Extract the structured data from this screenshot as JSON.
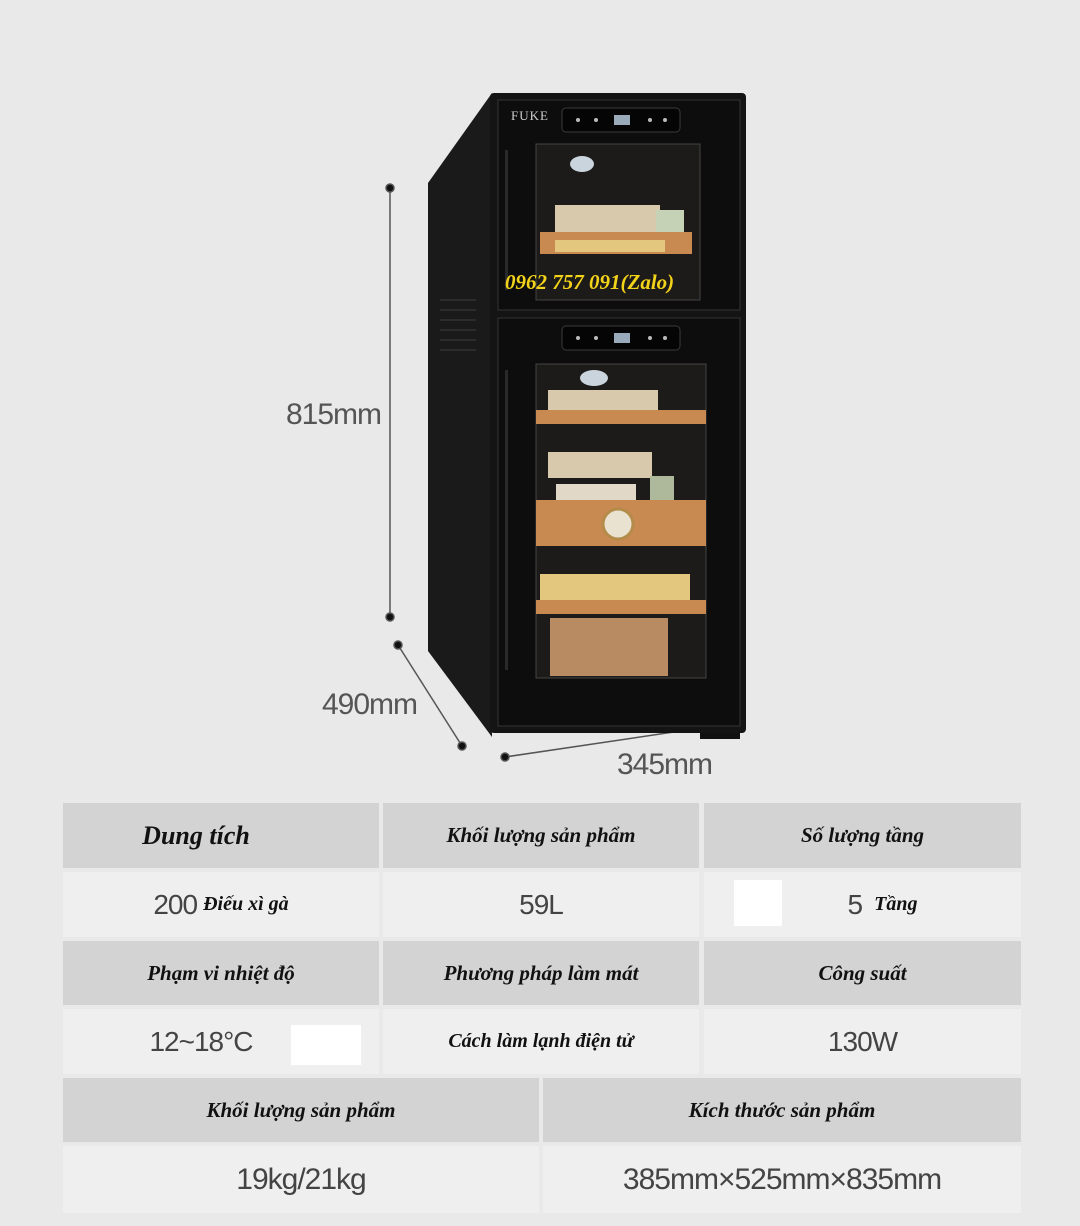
{
  "product": {
    "brand": "FUKE",
    "phone": "0962 757 091(Zalo)"
  },
  "dimensions": {
    "height": "815mm",
    "depth": "490mm",
    "width": "345mm"
  },
  "specs": {
    "row1": {
      "capacity_header": "Dung tích",
      "weight_header": "Khối lượng sản phẩm",
      "layers_header": "Số lượng tầng"
    },
    "row2": {
      "capacity_number": "200",
      "capacity_unit": "Điếu xì gà",
      "volume": "59L",
      "layers_number": "5",
      "layers_unit": "Tầng"
    },
    "row3": {
      "temp_header": "Phạm vi nhiệt độ",
      "cooling_header": "Phương pháp làm mát",
      "power_header": "Công suất"
    },
    "row4": {
      "temp_range": "12~18°C",
      "cooling_method": "Cách làm lạnh điện tử",
      "power": "130W"
    },
    "row5": {
      "weight_header": "Khối lượng sản phẩm",
      "size_header": "Kích thước sản phẩm"
    },
    "row6": {
      "weight": "19kg/21kg",
      "size": "385mm×525mm×835mm"
    }
  },
  "colors": {
    "background": "#e9e9e9",
    "cabinet": "#111111",
    "wood": "#c98a52",
    "phone_text": "#f3d21a"
  }
}
